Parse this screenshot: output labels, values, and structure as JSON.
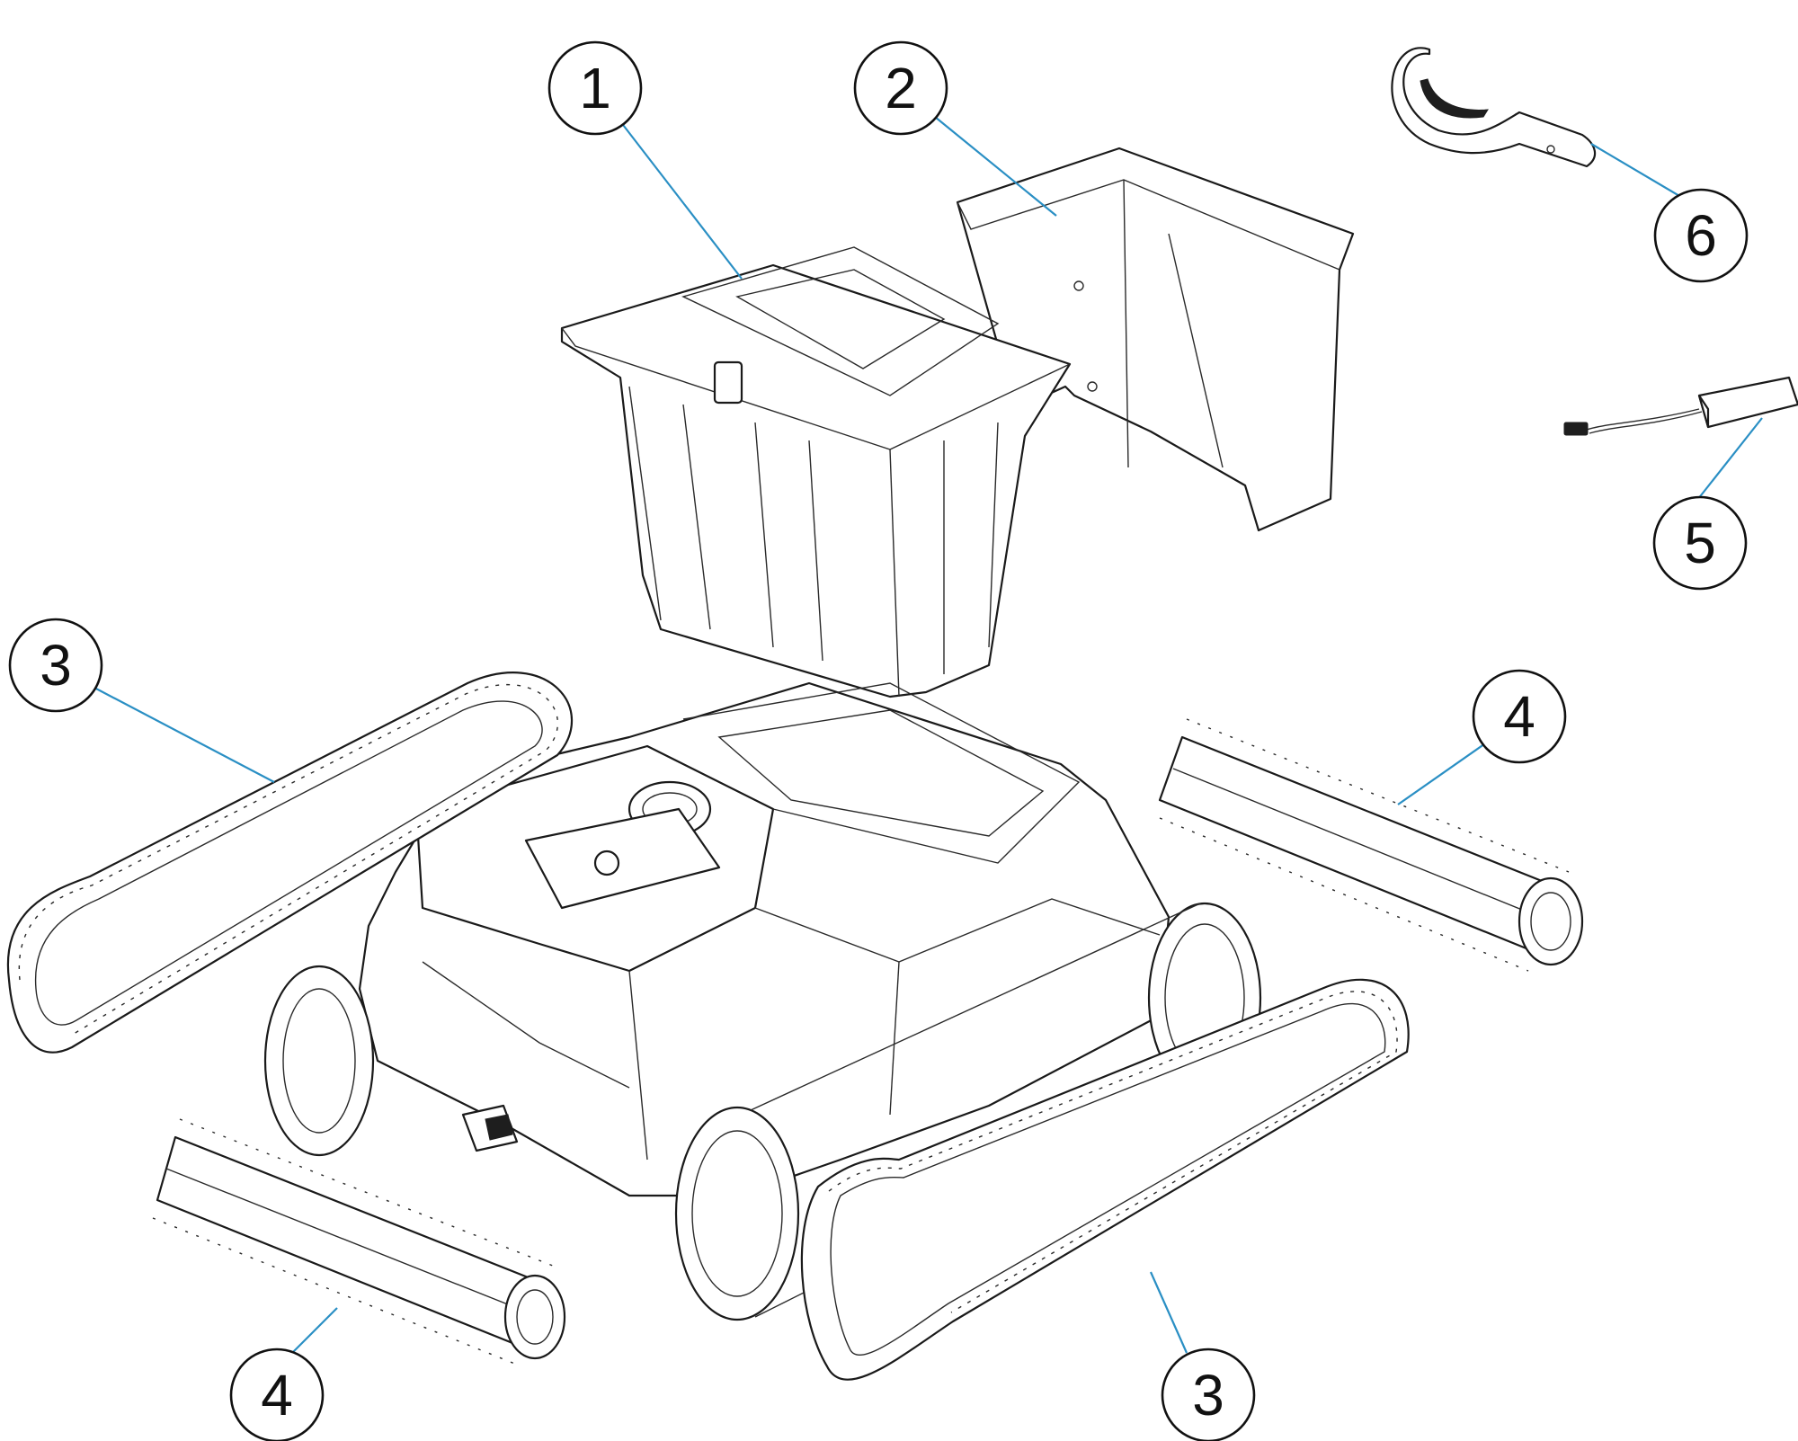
{
  "colors": {
    "leader": "#2a8fc4",
    "line": "#1a1a1a",
    "background": "#ffffff"
  },
  "callouts": [
    {
      "id": "c1-top-lid",
      "label": "1"
    },
    {
      "id": "c2-filter-basket",
      "label": "2"
    },
    {
      "id": "c3-left-track",
      "label": "3"
    },
    {
      "id": "c3-bottom-track",
      "label": "3"
    },
    {
      "id": "c4-right-brush",
      "label": "4"
    },
    {
      "id": "c4-bottom-brush",
      "label": "4"
    },
    {
      "id": "c5-power-supply",
      "label": "5"
    },
    {
      "id": "c6-hook",
      "label": "6"
    }
  ]
}
